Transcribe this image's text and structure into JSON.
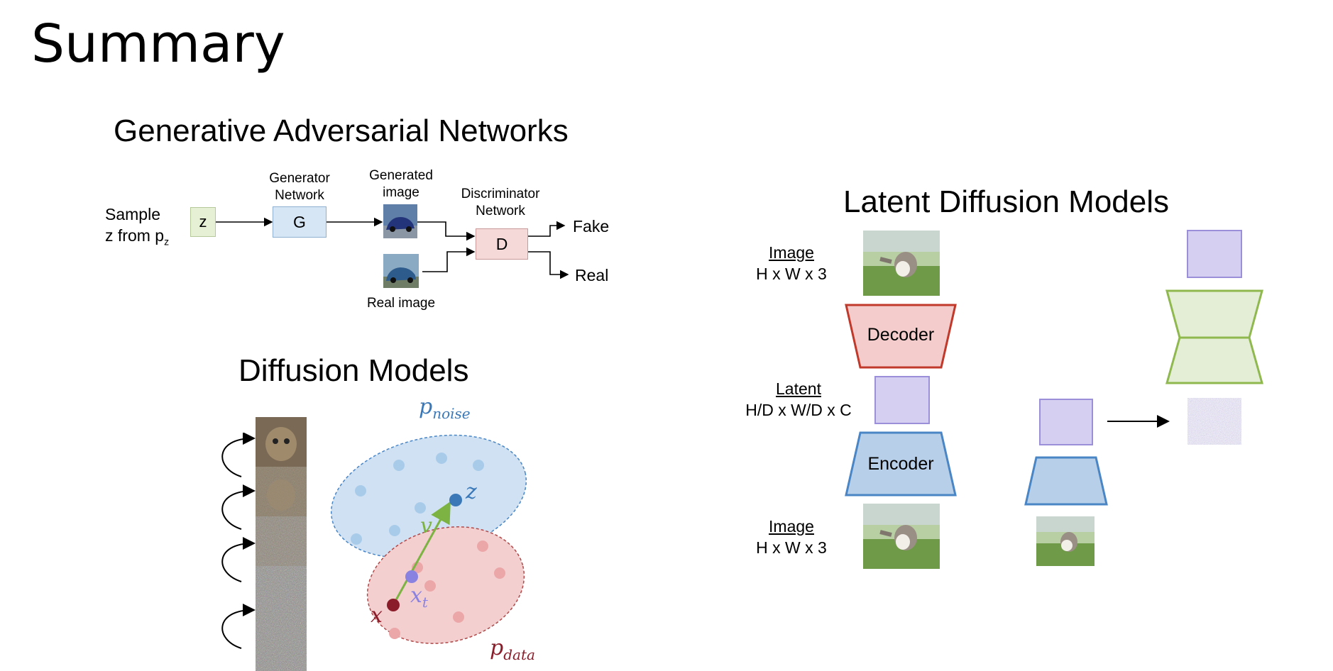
{
  "slide": {
    "title": "Summary"
  },
  "gan": {
    "title": "Generative Adversarial Networks",
    "sample_label_line1": "Sample",
    "sample_label_line2_prefix": "z from p",
    "sample_label_sub": "z",
    "z_box": "z",
    "generator_label_line1": "Generator",
    "generator_label_line2": "Network",
    "g_box": "G",
    "generated_label_line1": "Generated",
    "generated_label_line2": "image",
    "discriminator_label_line1": "Discriminator",
    "discriminator_label_line2": "Network",
    "d_box": "D",
    "real_image_label": "Real image",
    "fake_output": "Fake",
    "real_output": "Real",
    "colors": {
      "z_fill": "#e6f0d4",
      "g_fill": "#d6e6f5",
      "d_fill": "#f5d8d8"
    }
  },
  "diffusion": {
    "title": "Diffusion Models",
    "p_noise_base": "p",
    "p_noise_sub": "noise",
    "p_data_base": "p",
    "p_data_sub": "data",
    "z_label": "z",
    "v_label": "v",
    "xt_base": "x",
    "xt_sub": "t",
    "x_label": "x",
    "colors": {
      "noise_region": "#cfe1f2",
      "data_region": "#f3cfd0",
      "arrow": "#7cb342",
      "noise_point": "#3a78b8",
      "data_point": "#8b1c2a",
      "xt_point": "#8a82e0"
    }
  },
  "ldm": {
    "title": "Latent Diffusion Models",
    "image_top_label_line1": "Image",
    "image_top_label_line2": "H x W x 3",
    "decoder": "Decoder",
    "latent_label_line1": "Latent",
    "latent_label_line2": "H/D x W/D x C",
    "encoder": "Encoder",
    "image_bottom_label_line1": "Image",
    "image_bottom_label_line2": "H x W x 3",
    "colors": {
      "decoder_stroke": "#c0392b",
      "decoder_fill": "#f4cccc",
      "encoder_stroke": "#4a86c5",
      "encoder_fill": "#b7cfe8",
      "latent_fill": "#d5cff2",
      "latent_stroke": "#9b8fd9",
      "unet_fill": "#e4eed7",
      "unet_stroke": "#8fb84f"
    }
  }
}
